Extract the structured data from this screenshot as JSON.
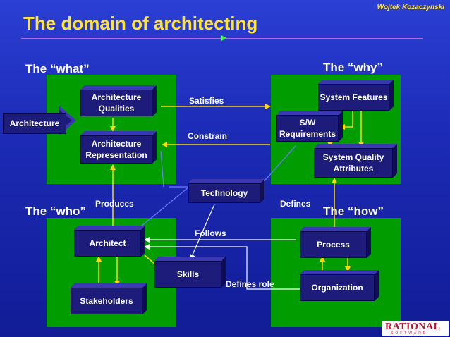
{
  "author": "Wojtek Kozaczynski",
  "title": "The domain of architecting",
  "quadrants": {
    "what": "The “what”",
    "why": "The “why”",
    "who": "The “who”",
    "how": "The “how”"
  },
  "nodes": {
    "architecture": "Architecture",
    "architecture_qualities": "Architecture Qualities",
    "architecture_representation": "Architecture Representation",
    "system_features": "System Features",
    "sw_requirements": "S/W Requirements",
    "system_quality_attributes": "System Quality Attributes",
    "technology": "Technology",
    "architect": "Architect",
    "stakeholders": "Stakeholders",
    "skills": "Skills",
    "process": "Process",
    "organization": "Organization"
  },
  "relations": {
    "satisfies": "Satisfies",
    "constrain": "Constrain",
    "produces": "Produces",
    "defines": "Defines",
    "follows": "Follows",
    "defines_role": "Defines role"
  },
  "logo": {
    "name": "RATIONAL",
    "tagline": "SOFTWARE"
  },
  "colors": {
    "background": "#1c2bb6",
    "title": "#ffe23a",
    "quadrant": "#009c00",
    "box": "#1d1c7a",
    "arrow": "#ffd900",
    "connector": "#6a7bff"
  }
}
